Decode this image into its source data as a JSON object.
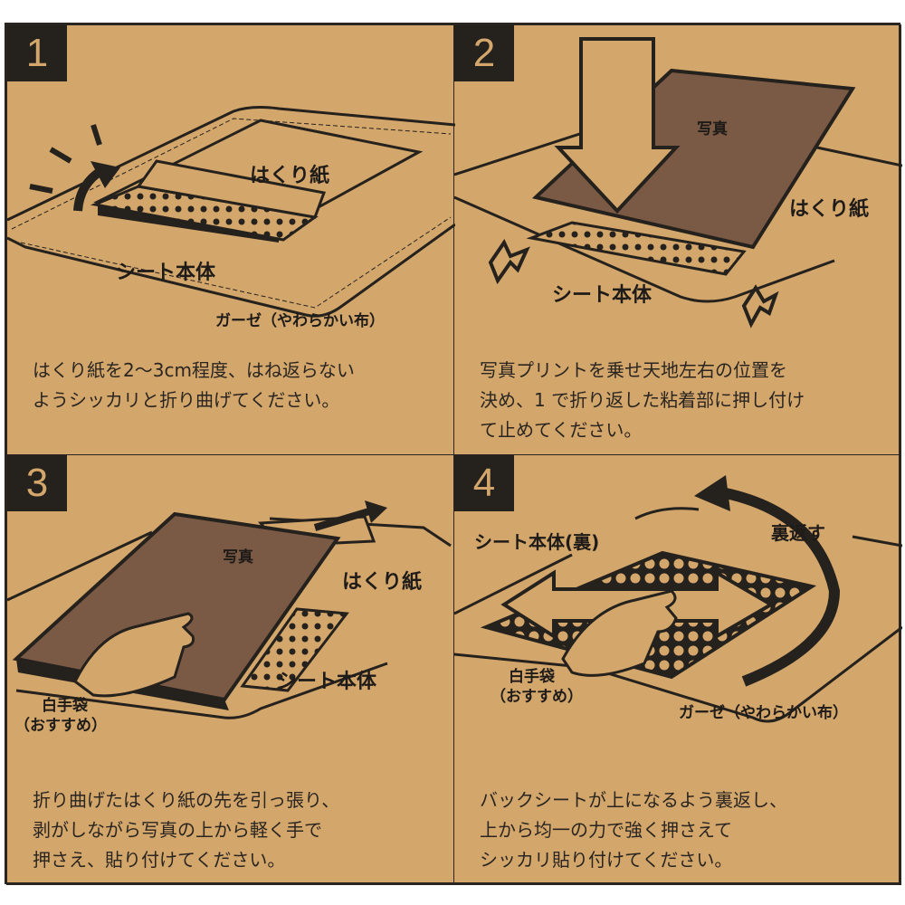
{
  "steps": [
    {
      "number": "1",
      "labels": {
        "release_paper": "はくり紙",
        "sheet_body": "シート本体",
        "gauze": "ガーゼ（やわらかい布）"
      },
      "lines": [
        "はくり紙を2～3cm程度、はね返らない",
        "ようシッカリと折り曲げてください。"
      ]
    },
    {
      "number": "2",
      "labels": {
        "photo": "写真",
        "release_paper": "はくり紙",
        "sheet_body": "シート本体"
      },
      "lines": [
        "写真プリントを乗せ天地左右の位置を",
        "決め、1 で折り返した粘着部に押し付け",
        "て止めてください。"
      ]
    },
    {
      "number": "3",
      "labels": {
        "photo": "写真",
        "release_paper": "はくり紙",
        "sheet_body": "シート本体",
        "glove": "白手袋",
        "glove_note": "（おすすめ）"
      },
      "lines": [
        "折り曲げたはくり紙の先を引っ張り、",
        "剥がしながら写真の上から軽く手で",
        "押さえ、貼り付けてください。"
      ]
    },
    {
      "number": "4",
      "labels": {
        "sheet_back": "シート本体(裏)",
        "flip": "裏返す",
        "glove": "白手袋",
        "glove_note": "（おすすめ）",
        "gauze": "ガーゼ（やわらかい布）"
      },
      "lines": [
        "バックシートが上になるよう裏返し、",
        "上から均一の力で強く押さえて",
        "シッカリ貼り付けてください。"
      ]
    }
  ],
  "colors": {
    "background": "#d3a66b",
    "ink": "#25211d",
    "photo": "#7a5a45"
  }
}
